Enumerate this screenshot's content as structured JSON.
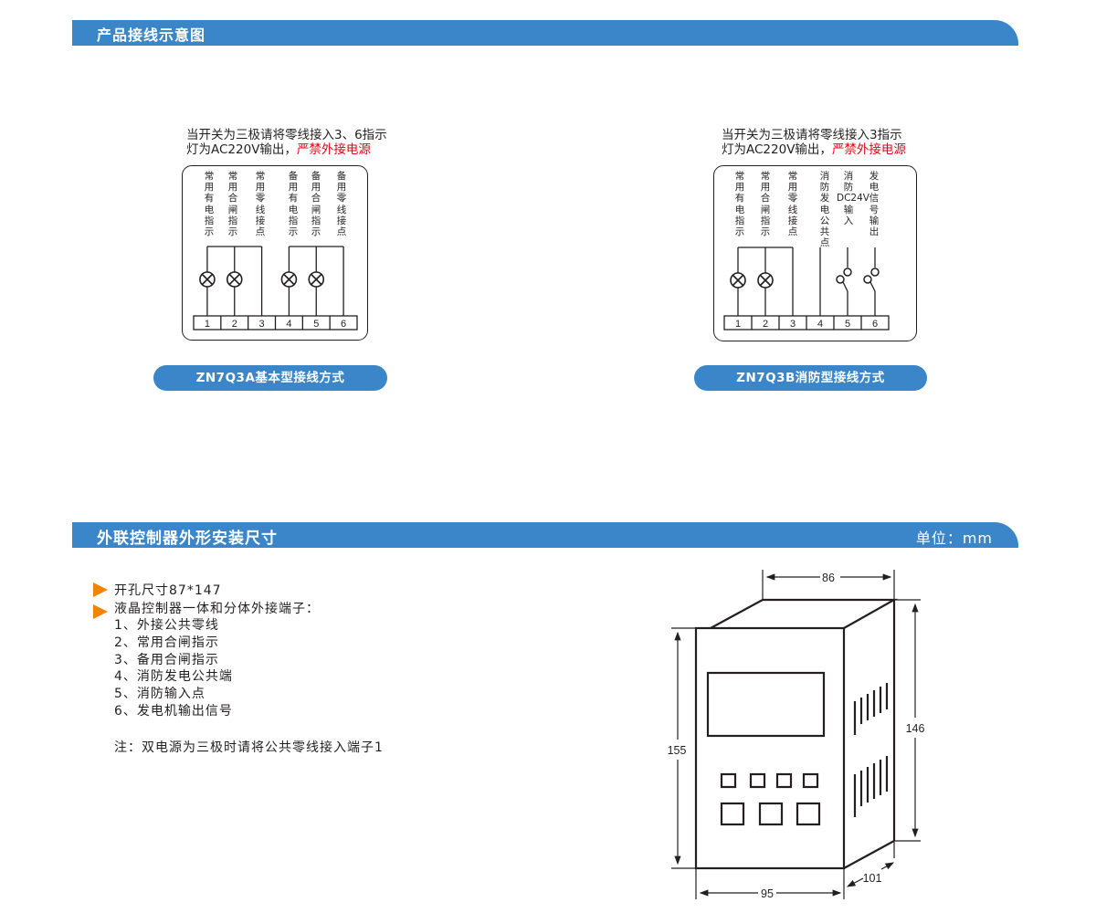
{
  "section1": {
    "title": "产品接线示意图"
  },
  "diagram_a": {
    "note_line1": "当开关为三极请将零线接入3、6指示",
    "note_line2": "灯为AC220V输出，",
    "note_warning": "严禁外接电源",
    "labels": [
      "常用有电指示",
      "常用合闸指示",
      "常用零线接点",
      "备用有电指示",
      "备用合闸指示",
      "备用零线接点"
    ],
    "terminals": [
      "1",
      "2",
      "3",
      "4",
      "5",
      "6"
    ],
    "caption": "ZN7Q3A基本型接线方式"
  },
  "diagram_b": {
    "note_line1": "当开关为三极请将零线接入3指示",
    "note_line2": "灯为AC220V输出，",
    "note_warning": "严禁外接电源",
    "labels": [
      "常用有电指示",
      "常用合闸指示",
      "常用零线接点",
      "消防发电公共点",
      "消防DC24V输入",
      "发电信号输出"
    ],
    "terminals": [
      "1",
      "2",
      "3",
      "4",
      "5",
      "6"
    ],
    "caption": "ZN7Q3B消防型接线方式"
  },
  "section2": {
    "title": "外联控制器外形安装尺寸",
    "unit": "单位：mm"
  },
  "specs": {
    "bullet1": "开孔尺寸87*147",
    "bullet2": "液晶控制器一体和分体外接端子：",
    "items": [
      "1、外接公共零线",
      "2、常用合闸指示",
      "3、备用合闸指示",
      "4、消防发电公共端",
      "5、消防输入点",
      "6、发电机输出信号"
    ],
    "note": "注：双电源为三极时请将公共零线接入端子1"
  },
  "dimensions": {
    "top_depth": "86",
    "height_front": "155",
    "height_back": "146",
    "width": "95",
    "depth": "101"
  },
  "colors": {
    "header": "#3a86c8",
    "warning": "#e60012",
    "bullet": "#f08300"
  }
}
